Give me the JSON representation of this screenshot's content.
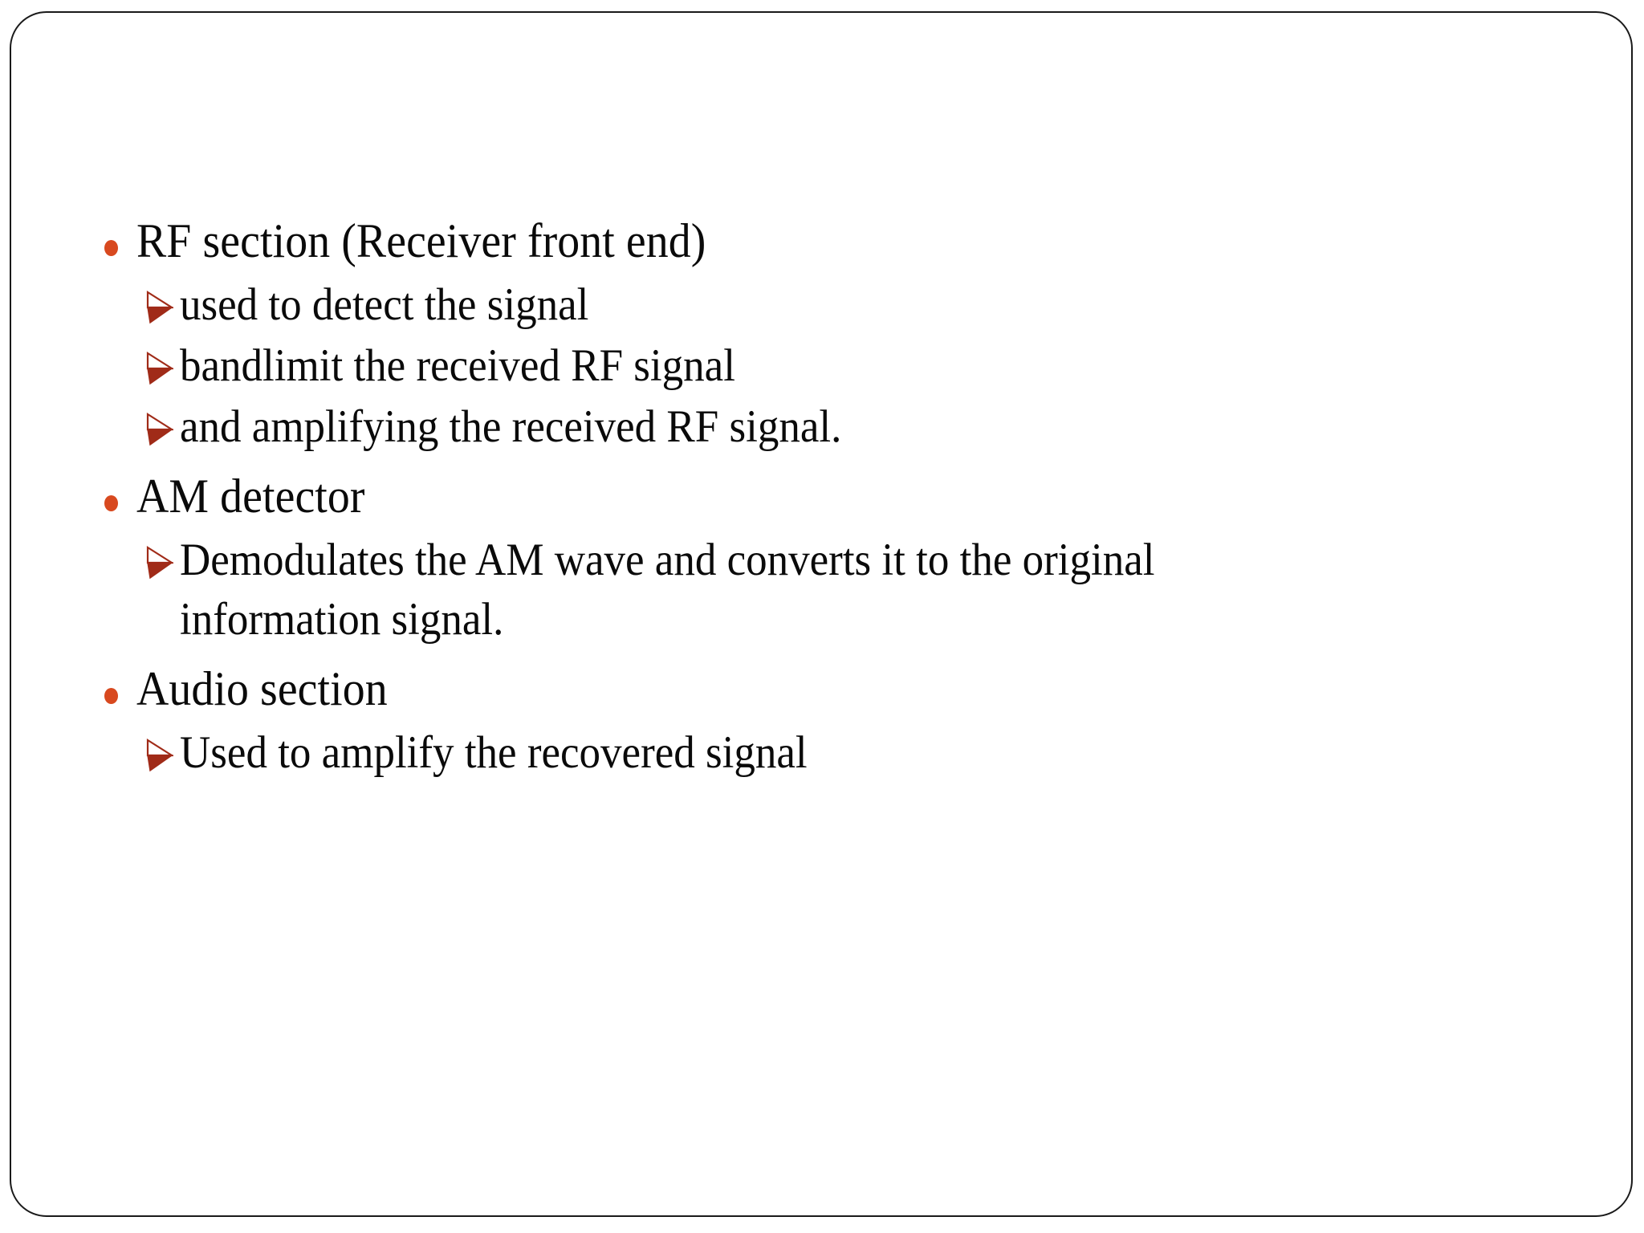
{
  "slide": {
    "border_color": "#1a1a1a",
    "background": "#ffffff",
    "bullet_color": "#d8491f",
    "arrow_color": "#a02b18",
    "text_color": "#0a0a0a",
    "groups": [
      {
        "heading": "RF section (Receiver front end)",
        "items": [
          "used to detect the signal",
          "bandlimit the received RF signal",
          "and amplifying the received RF signal."
        ]
      },
      {
        "heading": "AM detector",
        "items": [
          "Demodulates the AM wave and converts it to the original information signal."
        ]
      },
      {
        "heading": "Audio section",
        "items": [
          "Used to amplify the recovered signal"
        ]
      }
    ]
  }
}
